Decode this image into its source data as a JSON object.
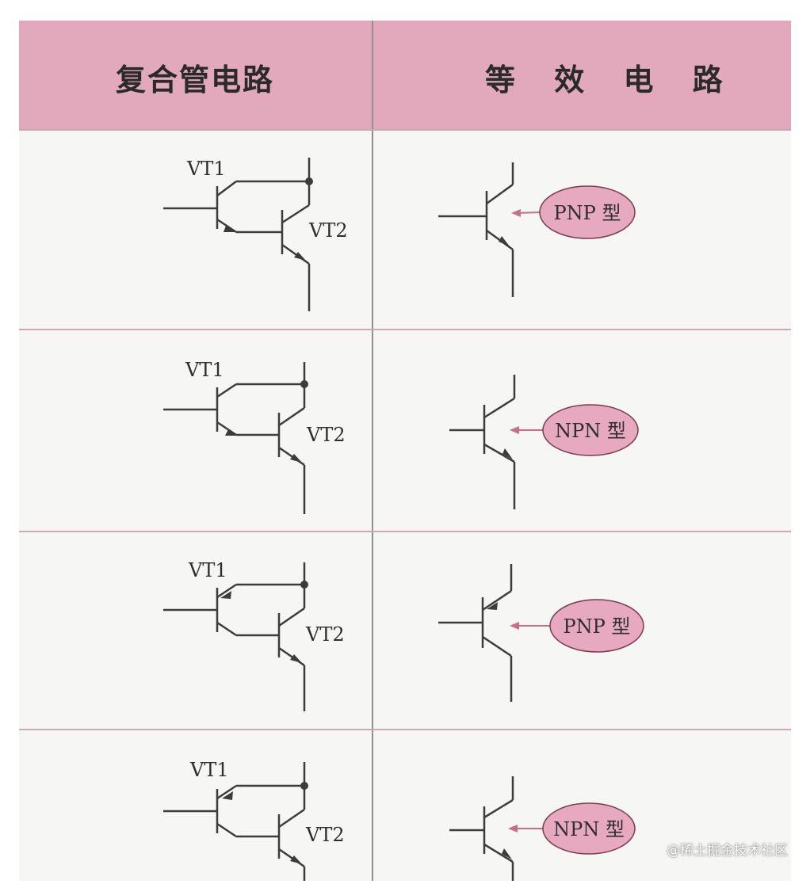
{
  "table": {
    "header": {
      "left": "复合管电路",
      "right": "等 效 电 路"
    },
    "rows": [
      {
        "vt1": "VT1",
        "vt2": "VT2",
        "type": "PNP 型"
      },
      {
        "vt1": "VT1",
        "vt2": "VT2",
        "type": "NPN 型"
      },
      {
        "vt1": "VT1",
        "vt2": "VT2",
        "type": "PNP 型"
      },
      {
        "vt1": "VT1",
        "vt2": "VT2",
        "type": "NPN 型"
      }
    ]
  },
  "watermark": "@稀土掘金技术社区",
  "colors": {
    "header": "#e2a9bd",
    "ellipse": "#e6a9bf",
    "line": "#3c3c3c"
  }
}
